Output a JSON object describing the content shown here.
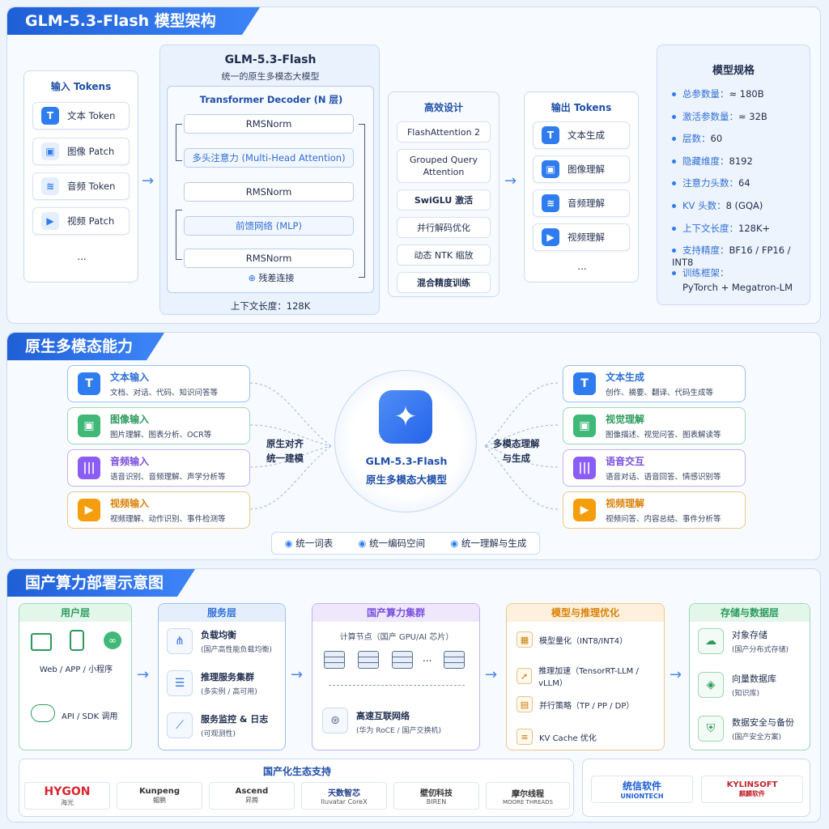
{
  "title": "GLM-5.3-Flash 模型架构",
  "arch": {
    "input": {
      "title": "输入 Tokens",
      "items": [
        "文本 Token",
        "图像 Patch",
        "音频 Token",
        "视频 Patch"
      ],
      "more": "..."
    },
    "center": {
      "title": "GLM-5.3-Flash",
      "subtitle": "统一的原生多模态大模型",
      "decoder_title": "Transformer Decoder (N 层)",
      "rows": [
        "RMSNorm",
        "多头注意力 (Multi-Head Attention)",
        "RMSNorm",
        "前馈网络 (MLP)",
        "RMSNorm"
      ],
      "residual": "残差连接",
      "context": "上下文长度：128K"
    },
    "efficient": {
      "title": "高效设计",
      "items": [
        "FlashAttention 2",
        "Grouped Query Attention",
        "SwiGLU 激活",
        "并行解码优化",
        "动态 NTK 缩放",
        "混合精度训练"
      ]
    },
    "output": {
      "title": "输出 Tokens",
      "items": [
        "文本生成",
        "图像理解",
        "音频理解",
        "视频理解"
      ],
      "more": "..."
    },
    "specs": {
      "title": "模型规格",
      "rows": [
        {
          "k": "总参数量：",
          "v": "≈ 180B"
        },
        {
          "k": "激活参数量：",
          "v": "≈ 32B"
        },
        {
          "k": "层数：",
          "v": "60"
        },
        {
          "k": "隐藏维度：",
          "v": "8192"
        },
        {
          "k": "注意力头数：",
          "v": "64"
        },
        {
          "k": "KV 头数：",
          "v": "8 (GQA)"
        },
        {
          "k": "上下文长度：",
          "v": "128K+"
        },
        {
          "k": "支持精度：",
          "v": "BF16 / FP16 / INT8"
        },
        {
          "k": "训练框架：",
          "v": "PyTorch + Megatron-LM"
        }
      ]
    }
  },
  "multimodal": {
    "title": "原生多模态能力",
    "inputs": [
      {
        "t": "文本输入",
        "s": "文档、对话、代码、知识问答等",
        "icon": "T"
      },
      {
        "t": "图像输入",
        "s": "图片理解、图表分析、OCR等",
        "icon": "▣"
      },
      {
        "t": "音频输入",
        "s": "语音识别、音频理解、声学分析等",
        "icon": "|||"
      },
      {
        "t": "视频输入",
        "s": "视频理解、动作识别、事件检测等",
        "icon": "▶"
      }
    ],
    "outputs": [
      {
        "t": "文本生成",
        "s": "创作、摘要、翻译、代码生成等",
        "icon": "T"
      },
      {
        "t": "视觉理解",
        "s": "图像描述、视觉问答、图表解读等",
        "icon": "▣"
      },
      {
        "t": "语音交互",
        "s": "语音对话、语音回答、情感识别等",
        "icon": "|||"
      },
      {
        "t": "视频理解",
        "s": "视频问答、内容总结、事件分析等",
        "icon": "▶"
      }
    ],
    "left_label": [
      "原生对齐",
      "统一建模"
    ],
    "right_label": [
      "多模态理解",
      "与生成"
    ],
    "core": [
      "GLM-5.3-Flash",
      "原生多模态大模型"
    ],
    "bottom": [
      "统一词表",
      "统一编码空间",
      "统一理解与生成"
    ]
  },
  "deploy": {
    "title": "国产算力部署示意图",
    "user": {
      "title": "用户层",
      "label1": "Web / APP / 小程序",
      "label2": "API / SDK 调用"
    },
    "service": {
      "title": "服务层",
      "items": [
        {
          "t": "负载均衡",
          "s": "(国产高性能负载均衡)"
        },
        {
          "t": "推理服务集群",
          "s": "(多实例 / 高可用)"
        },
        {
          "t": "服务监控 & 日志",
          "s": "(可观测性)"
        }
      ]
    },
    "cluster": {
      "title": "国产算力集群",
      "nodes_label": "计算节点（国产 GPU/AI 芯片）",
      "dots": "...",
      "net_t": "高速互联网络",
      "net_s": "(华为 RoCE / 国产交换机)"
    },
    "opt": {
      "title": "模型与推理优化",
      "items": [
        "模型量化（INT8/INT4）",
        "推理加速（TensorRT-LLM / vLLM）",
        "并行策略（TP / PP / DP）",
        "KV Cache 优化"
      ]
    },
    "storage": {
      "title": "存储与数据层",
      "items": [
        {
          "t": "对象存储",
          "s": "(国产分布式存储)"
        },
        {
          "t": "向量数据库",
          "s": "(知识库)"
        },
        {
          "t": "数据安全与备份",
          "s": "(国产安全方案)"
        }
      ]
    },
    "eco": {
      "title": "国产化生态支持",
      "logos": [
        "HYGON",
        "Kunpeng",
        "Ascend",
        "天数智芯",
        "壁仞科技",
        "摩尔线程"
      ],
      "logo_subs": [
        "海光",
        "鲲鹏",
        "昇腾",
        "Iluvatar CoreX",
        "BIREN",
        "MOORE THREADS"
      ],
      "right_logos": [
        "统信软件",
        "KYLINSOFT"
      ],
      "right_subs": [
        "UNIONTECH",
        "麒麟软件"
      ]
    }
  }
}
